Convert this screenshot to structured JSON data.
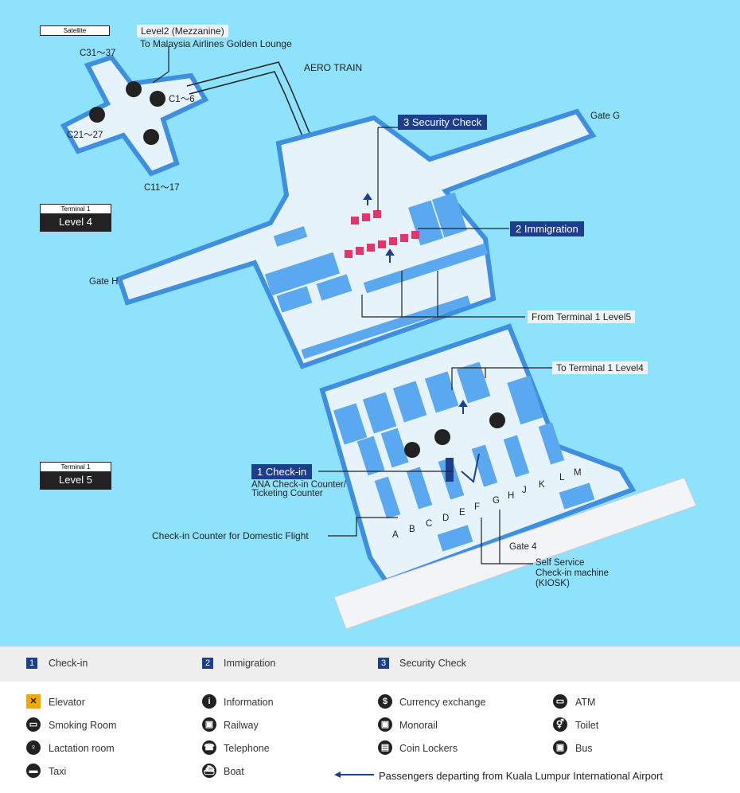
{
  "labels": {
    "satellite": "Satellite",
    "mezzanine": "Level2 (Mezzanine)",
    "golden_lounge": "To Malaysia Airlines Golden Lounge",
    "c31": "C31～37",
    "c1": "C1～6",
    "c21": "C21～27",
    "c11": "C11～17",
    "aero_train": "AERO TRAIN",
    "gate_g": "Gate G",
    "gate_h": "Gate H",
    "terminal1_a": "Terminal 1",
    "level4": "Level 4",
    "terminal1_b": "Terminal 1",
    "level5": "Level 5",
    "from_t1_l5": "From Terminal 1 Level5",
    "to_t1_l4": "To Terminal 1 Level4",
    "ana_counter": "ANA Check-in Counter/",
    "ticketing": "Ticketing Counter",
    "domestic": "Check-in Counter for Domestic Flight",
    "gate4": "Gate 4",
    "kiosk1": "Self Service",
    "kiosk2": "Check-in machine",
    "kiosk3": "(KIOSK)",
    "counters": [
      "A",
      "B",
      "C",
      "D",
      "E",
      "F",
      "G",
      "H",
      "J",
      "K",
      "L",
      "M"
    ]
  },
  "steps": {
    "s1": "1 Check-in",
    "s2": "2 Immigration",
    "s3": "3 Security Check"
  },
  "legend": {
    "top": [
      {
        "num": "1",
        "label": "Check-in"
      },
      {
        "num": "2",
        "label": "Immigration"
      },
      {
        "num": "3",
        "label": "Security Check"
      }
    ],
    "items": [
      {
        "icon": "elevator-icon",
        "label": "Elevator"
      },
      {
        "icon": "smoking-room-icon",
        "label": "Smoking Room"
      },
      {
        "icon": "lactation-room-icon",
        "label": "Lactation room"
      },
      {
        "icon": "taxi-icon",
        "label": "Taxi"
      },
      {
        "icon": "information-icon",
        "label": "Information"
      },
      {
        "icon": "railway-icon",
        "label": "Railway"
      },
      {
        "icon": "telephone-icon",
        "label": "Telephone"
      },
      {
        "icon": "boat-icon",
        "label": "Boat"
      },
      {
        "icon": "currency-exchange-icon",
        "label": "Currency exchange"
      },
      {
        "icon": "monorail-icon",
        "label": "Monorail"
      },
      {
        "icon": "coin-lockers-icon",
        "label": "Coin Lockers"
      },
      {
        "icon": "atm-icon",
        "label": "ATM"
      },
      {
        "icon": "toilet-icon",
        "label": "Toilet"
      },
      {
        "icon": "bus-icon",
        "label": "Bus"
      }
    ],
    "route": "Passengers departing from Kuala Lumpur International Airport"
  },
  "colors": {
    "sea": "#8fe2fb",
    "floor": "#e6f3fb",
    "wall": "#3f8fe0",
    "block": "#5aa8ef",
    "step": "#1c3e8c",
    "checkpoint": "#e8336a"
  }
}
